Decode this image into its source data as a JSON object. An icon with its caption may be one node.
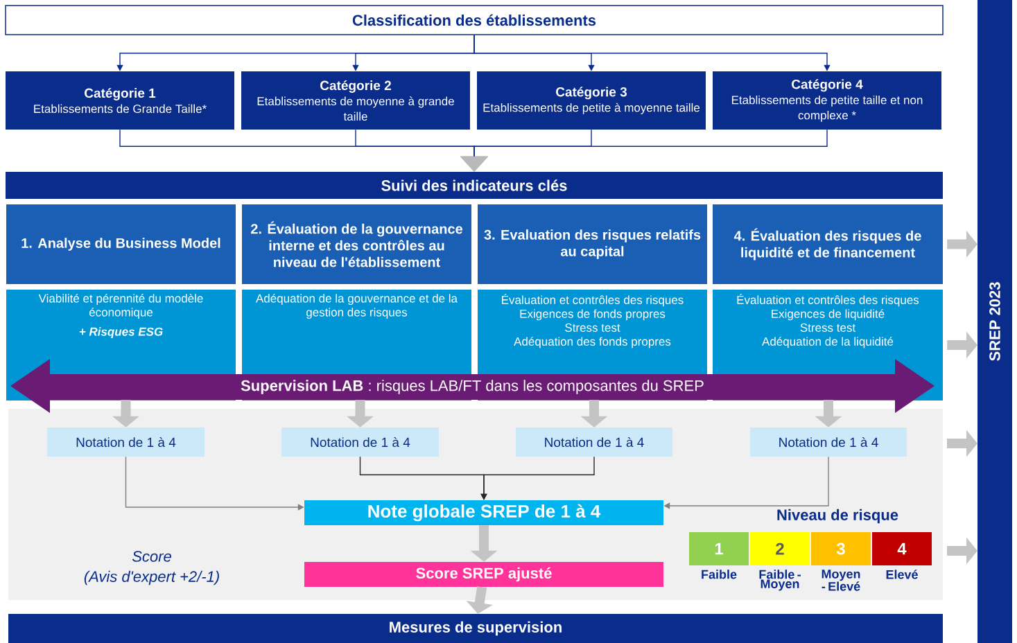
{
  "diagram": {
    "nodes": [
      {
        "text": [
          "Classification des établissements"
        ]
      },
      {
        "text": [
          "Catégorie 1",
          "Etablissements de Grande Taille*"
        ]
      },
      {
        "text": [
          "Catégorie 2",
          "Etablissements de moyenne à grande taille"
        ]
      },
      {
        "text": [
          "Catégorie 3",
          "Etablissements de petite à moyenne taille"
        ]
      },
      {
        "text": [
          "Catégorie 4",
          "Etablissements de petite taille et non complexe *"
        ]
      },
      {
        "text": [
          "Suivi des indicateurs clés"
        ]
      },
      {
        "text": [
          "1. Analyse du Business Model"
        ]
      },
      {
        "text": [
          "2. Évaluation de la gouvernance interne et des contrôles au niveau de l'établissement"
        ]
      },
      {
        "text": [
          "3. Evaluation des risques relatifs au capital"
        ]
      },
      {
        "text": [
          "4. Évaluation des risques de liquidité et de financement"
        ]
      },
      {
        "text": [
          "Viabilité et pérennité du modèle économique",
          "+ Risques ESG"
        ]
      },
      {
        "text": [
          "Adéquation de la gouvernance et de la gestion des risques"
        ]
      },
      {
        "text": [
          "Évaluation et contrôles des risques",
          "Exigences de fonds propres",
          "Stress test",
          "Adéquation des fonds propres"
        ]
      },
      {
        "text": [
          "Évaluation et contrôles des risques",
          "Exigences de liquidité",
          "Stress test",
          "Adéquation de la liquidité"
        ]
      },
      {
        "text": [
          "**Supervision LAB** : risques LAB/FT dans les composantes du SREP"
        ]
      },
      {
        "text": [
          "Notation de 1 à 4"
        ]
      },
      {
        "text": [
          "Notation de 1 à 4"
        ]
      },
      {
        "text": [
          "Notation de 1 à 4"
        ]
      },
      {
        "text": [
          "Notation de 1 à 4"
        ]
      },
      {
        "text": [
          "Note globale SREP de 1 à 4"
        ]
      },
      {
        "text": [
          "Score SREP ajusté"
        ]
      },
      {
        "text": [
          "Mesures de supervision"
        ]
      },
      {
        "text": [
          "SREP 2023"
        ]
      },
      {
        "text": [
          "1"
        ],
        "beside": [
          "Faible"
        ]
      },
      {
        "text": [
          "2"
        ],
        "beside": [
          "Faible - Moyen"
        ]
      },
      {
        "text": [
          "3"
        ],
        "beside": [
          "Moyen - Elevé"
        ]
      },
      {
        "text": [
          "4"
        ],
        "beside": [
          "Elevé"
        ]
      }
    ],
    "edges": [
      {
        "from": 0,
        "to": 1,
        "arrow": "to",
        "color": "#0a2c8a"
      },
      {
        "from": 0,
        "to": 2,
        "arrow": "to",
        "color": "#0a2c8a"
      },
      {
        "from": 0,
        "to": 3,
        "arrow": "to",
        "color": "#0a2c8a"
      },
      {
        "from": 0,
        "to": 4,
        "arrow": "to",
        "color": "#0a2c8a"
      },
      {
        "from": 1,
        "to": 5,
        "arrow": "to",
        "color": "#0a2c8a"
      },
      {
        "from": 2,
        "to": 5,
        "arrow": "to",
        "color": "#0a2c8a"
      },
      {
        "from": 3,
        "to": 5,
        "arrow": "to",
        "color": "#0a2c8a"
      },
      {
        "from": 4,
        "to": 5,
        "arrow": "to",
        "color": "#0a2c8a"
      },
      {
        "from": 14,
        "to": 15,
        "arrow": "to",
        "style": "thick",
        "color": "#c4c4c4"
      },
      {
        "from": 14,
        "to": 16,
        "arrow": "to",
        "style": "thick",
        "color": "#c4c4c4"
      },
      {
        "from": 14,
        "to": 17,
        "arrow": "to",
        "style": "thick",
        "color": "#c4c4c4"
      },
      {
        "from": 14,
        "to": 18,
        "arrow": "to",
        "style": "thick",
        "color": "#c4c4c4"
      },
      {
        "from": 15,
        "to": 19,
        "arrow": "to",
        "color": "#7f7f7f"
      },
      {
        "from": 16,
        "to": 19,
        "arrow": "to",
        "color": "#262626"
      },
      {
        "from": 17,
        "to": 19,
        "arrow": "to",
        "color": "#262626"
      },
      {
        "from": 18,
        "to": 19,
        "arrow": "to",
        "color": "#7f7f7f"
      },
      {
        "from": 19,
        "to": 20,
        "arrow": "to",
        "style": "thick",
        "color": "#c4c4c4"
      },
      {
        "from": 20,
        "to": 21,
        "arrow": "to",
        "style": "thick",
        "color": "#c4c4c4"
      },
      {
        "from": 9,
        "to": 22,
        "arrow": "to",
        "style": "thick",
        "color": "#c4c4c4"
      },
      {
        "from": 13,
        "to": 22,
        "arrow": "to",
        "style": "thick",
        "color": "#c4c4c4"
      },
      {
        "from": null,
        "to": 22,
        "arrow": "to",
        "style": "thick",
        "color": "#c4c4c4"
      },
      {
        "from": null,
        "to": 22,
        "arrow": "to",
        "style": "thick",
        "color": "#c4c4c4"
      }
    ],
    "labels": [
      "Niveau de risque",
      "Score",
      "(Avis d'expert +2/-1)"
    ]
  }
}
